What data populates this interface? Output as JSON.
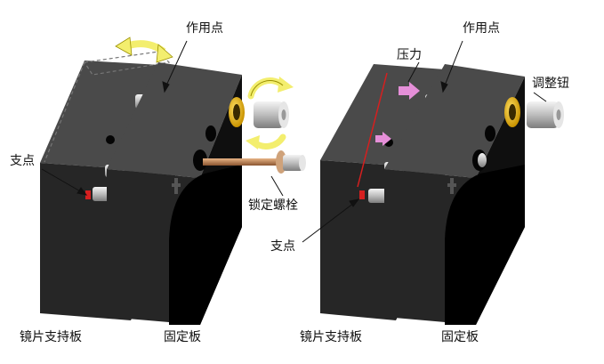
{
  "left_panel": {
    "label_action_point": "作用点",
    "label_fulcrum": "支点",
    "label_lock_bolt": "锁定螺栓",
    "label_mirror_plate": "镜片支持板",
    "label_fixed_plate": "固定板"
  },
  "right_panel": {
    "label_pressure": "压力",
    "label_action_point": "作用点",
    "label_adjust_knob": "调整钮",
    "label_fulcrum": "支点",
    "label_mirror_plate": "镜片支持板",
    "label_fixed_plate": "固定板"
  },
  "colors": {
    "plate_front": "#262626",
    "plate_side": "#0f0f0f",
    "plate_top": "#4a4a4a",
    "metal": "#d6d6d6",
    "yellow_ring": "#e8b400",
    "rotate_arrow": "#f3ee6e",
    "pressure_arrow": "#e58fd8",
    "bolt_rod": "#b57a4a",
    "fulcrum_mark": "#d61f1f"
  }
}
